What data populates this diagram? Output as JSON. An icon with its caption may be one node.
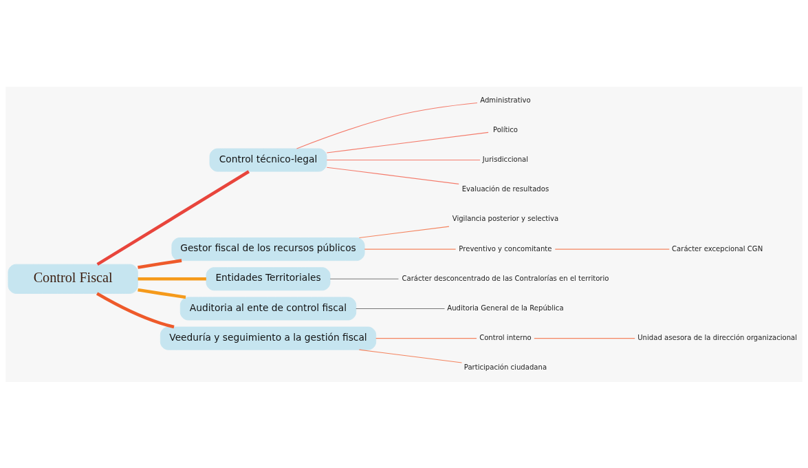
{
  "diagram": {
    "nodes": [
      {
        "text": [
          "Control Fiscal"
        ]
      },
      {
        "text": [
          "Control técnico-legal"
        ]
      },
      {
        "text": [
          "Administrativo"
        ]
      },
      {
        "text": [
          "Político"
        ]
      },
      {
        "text": [
          "Jurisdiccional"
        ]
      },
      {
        "text": [
          "Evaluación de resultados"
        ]
      },
      {
        "text": [
          "Gestor fiscal de los recursos públicos"
        ]
      },
      {
        "text": [
          "Vigilancia posterior y selectiva"
        ]
      },
      {
        "text": [
          "Preventivo y concomitante"
        ]
      },
      {
        "text": [
          "Carácter excepcional CGN"
        ]
      },
      {
        "text": [
          "Entidades Territoriales"
        ]
      },
      {
        "text": [
          "Carácter desconcentrado de las Contralorías en el territorio"
        ]
      },
      {
        "text": [
          "Auditoria al ente de control fiscal"
        ]
      },
      {
        "text": [
          "Auditoria General de la República"
        ]
      },
      {
        "text": [
          "Veeduría y seguimiento a la gestión fiscal"
        ]
      },
      {
        "text": [
          "Control interno"
        ]
      },
      {
        "text": [
          "Unidad asesora de la dirección organizacional"
        ]
      },
      {
        "text": [
          "Participación ciudadana"
        ]
      }
    ],
    "edges": [
      {
        "from": 0,
        "to": 1,
        "arrow": "none",
        "style": "thick",
        "color": "#e8453c"
      },
      {
        "from": 1,
        "to": 2,
        "arrow": "none",
        "color": "#f47b6b"
      },
      {
        "from": 1,
        "to": 3,
        "arrow": "none",
        "color": "#f47b6b"
      },
      {
        "from": 1,
        "to": 4,
        "arrow": "none",
        "color": "#f47b6b"
      },
      {
        "from": 1,
        "to": 5,
        "arrow": "none",
        "color": "#f47b6b"
      },
      {
        "from": 0,
        "to": 6,
        "arrow": "none",
        "style": "thick",
        "color": "#ee5a2a"
      },
      {
        "from": 6,
        "to": 7,
        "arrow": "none",
        "color": "#f4845f"
      },
      {
        "from": 6,
        "to": 8,
        "arrow": "none",
        "color": "#f4845f"
      },
      {
        "from": 8,
        "to": 9,
        "arrow": "none",
        "color": "#f4845f"
      },
      {
        "from": 0,
        "to": 10,
        "arrow": "none",
        "style": "thick",
        "color": "#f59a1b"
      },
      {
        "from": 10,
        "to": 11,
        "arrow": "none",
        "color": "#777777"
      },
      {
        "from": 0,
        "to": 12,
        "arrow": "none",
        "style": "thick",
        "color": "#f59a1b"
      },
      {
        "from": 12,
        "to": 13,
        "arrow": "none",
        "color": "#777777"
      },
      {
        "from": 0,
        "to": 14,
        "arrow": "none",
        "style": "thick",
        "color": "#ee5a2a"
      },
      {
        "from": 14,
        "to": 15,
        "arrow": "none",
        "color": "#f4845f"
      },
      {
        "from": 15,
        "to": 16,
        "arrow": "none",
        "color": "#f4845f"
      },
      {
        "from": 14,
        "to": 17,
        "arrow": "none",
        "color": "#f4845f"
      }
    ]
  }
}
